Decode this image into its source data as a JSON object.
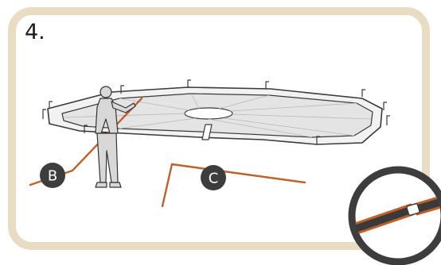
{
  "step": {
    "number": "4."
  },
  "labels": {
    "pole_b": "B",
    "pole_c": "C"
  },
  "colors": {
    "frame": "#e8dcc2",
    "pole": "#c0602a",
    "badge": "#3d3d3d",
    "line": "#3a3a3a",
    "person": "#d8d8d8",
    "tent_shade": "#e4e4e4"
  }
}
